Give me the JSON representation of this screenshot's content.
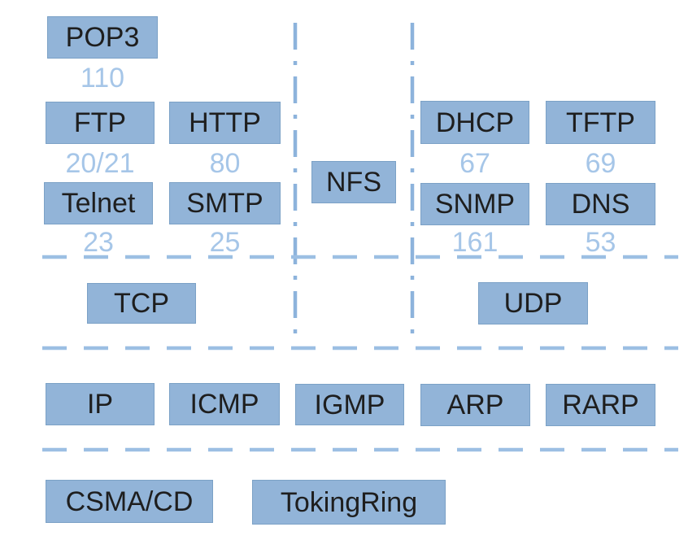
{
  "diagram": {
    "description": "TCP/IP protocol stack diagram",
    "colors": {
      "box_fill": "#92b4d8",
      "box_border": "#7ba1c6",
      "label_text": "#1e1e1e",
      "port_text": "#a6c6e8",
      "dashed_line": "#9cbfe3",
      "dashdot_line": "#8db3dc",
      "background": "#ffffff"
    }
  },
  "protocols": {
    "application_tcp": [
      {
        "label": "POP3",
        "port": "110"
      },
      {
        "label": "FTP",
        "port": "20/21"
      },
      {
        "label": "HTTP",
        "port": "80"
      },
      {
        "label": "Telnet",
        "port": "23"
      },
      {
        "label": "SMTP",
        "port": "25"
      }
    ],
    "application_shared": [
      {
        "label": "NFS"
      }
    ],
    "application_udp": [
      {
        "label": "DHCP",
        "port": "67"
      },
      {
        "label": "TFTP",
        "port": "69"
      },
      {
        "label": "SNMP",
        "port": "161"
      },
      {
        "label": "DNS",
        "port": "53"
      }
    ],
    "transport": [
      {
        "label": "TCP"
      },
      {
        "label": "UDP"
      }
    ],
    "network": [
      {
        "label": "IP"
      },
      {
        "label": "ICMP"
      },
      {
        "label": "IGMP"
      },
      {
        "label": "ARP"
      },
      {
        "label": "RARP"
      }
    ],
    "datalink": [
      {
        "label": "CSMA/CD"
      },
      {
        "label": "TokingRing"
      }
    ]
  }
}
